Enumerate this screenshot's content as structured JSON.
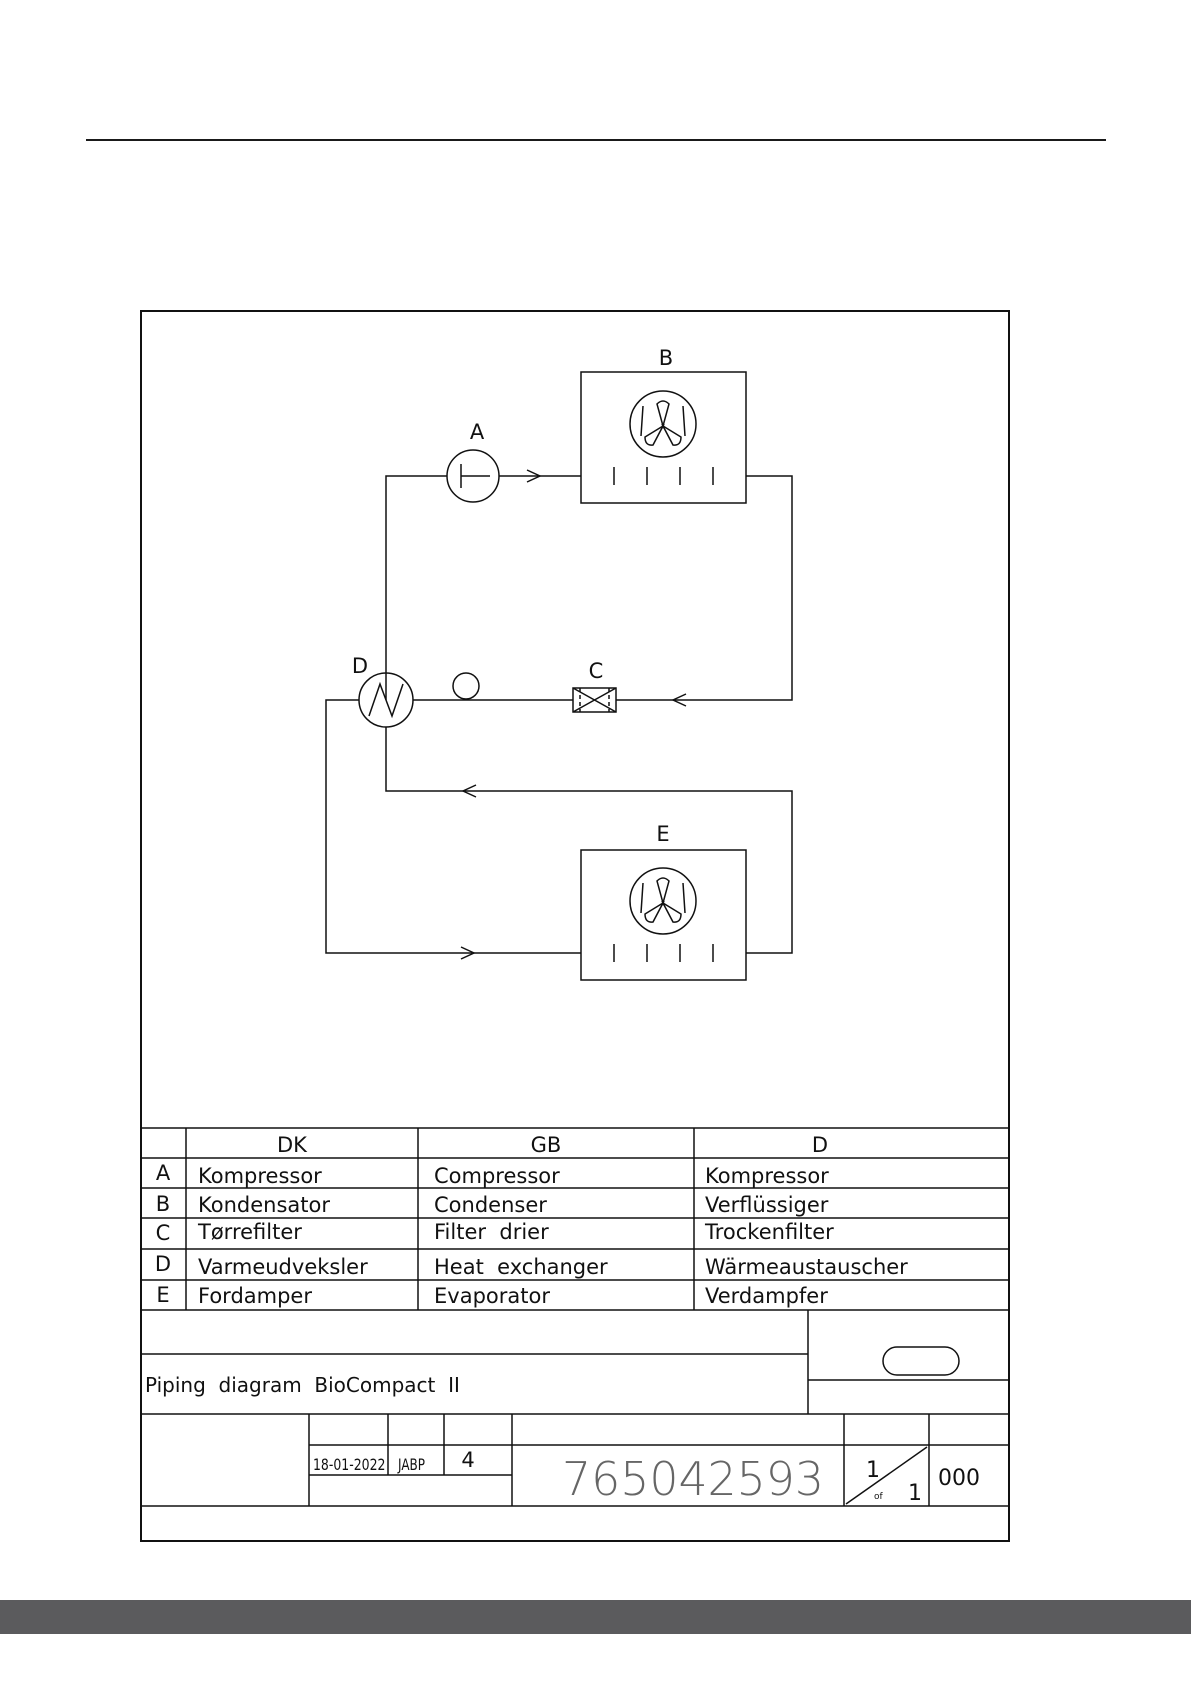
{
  "diagram": {
    "labels": {
      "A": "A",
      "B": "B",
      "C": "C",
      "D": "D",
      "E": "E"
    }
  },
  "legend": {
    "headers": {
      "dk": "DK",
      "gb": "GB",
      "d": "D"
    },
    "rows": [
      {
        "key": "A",
        "dk": "Kompressor",
        "gb": "Compressor",
        "d": "Kompressor"
      },
      {
        "key": "B",
        "dk": "Kondensator",
        "gb": "Condenser",
        "d": "Verflüssiger"
      },
      {
        "key": "C",
        "dk": "Tørrefilter",
        "gb": "Filter  drier",
        "d": "Trockenfilter"
      },
      {
        "key": "D",
        "dk": "Varmeudveksler",
        "gb": "Heat  exchanger",
        "d": "Wärmeaustauscher"
      },
      {
        "key": "E",
        "dk": "Fordamper",
        "gb": "Evaporator",
        "d": "Verdampfer"
      }
    ]
  },
  "title_block": {
    "title": "Piping  diagram  BioCompact  II",
    "date": "18-01-2022",
    "initials": "JABP",
    "revision": "4",
    "drawing_number": "765042593",
    "sheet": "1",
    "sheet_of": "of",
    "sheet_total": "1",
    "variant": "000"
  }
}
